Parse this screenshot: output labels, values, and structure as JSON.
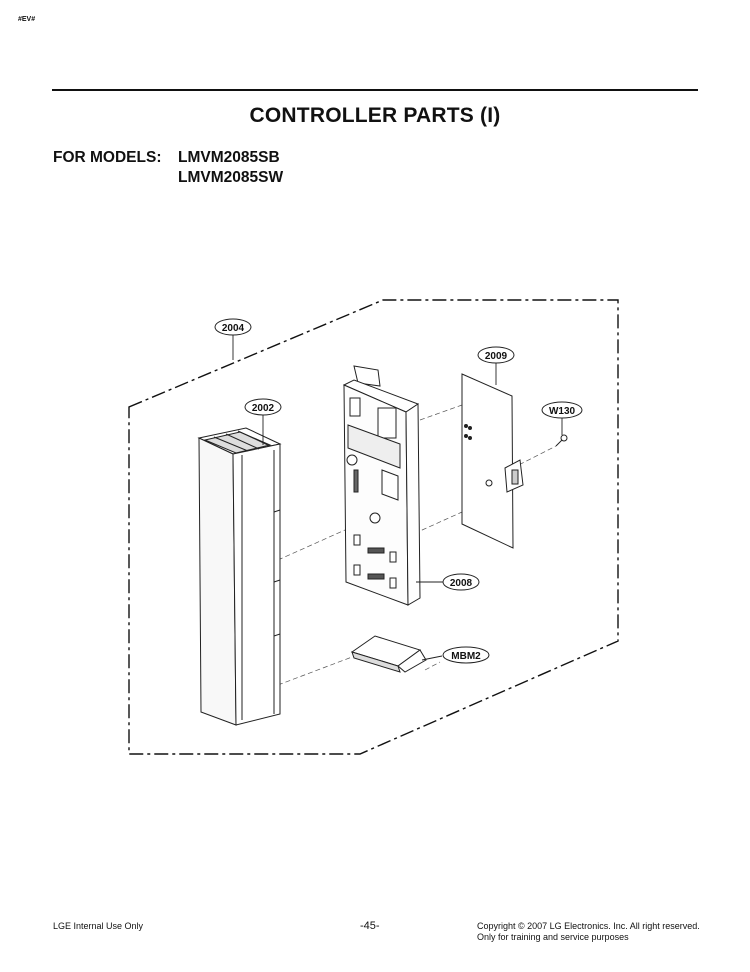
{
  "header": {
    "mark": "#EV#",
    "title": "CONTROLLER PARTS (I)"
  },
  "models": {
    "label": "FOR MODELS:",
    "items": [
      "LMVM2085SB",
      "LMVM2085SW"
    ]
  },
  "callouts": [
    "2004",
    "2009",
    "2002",
    "W130",
    "2008",
    "MBM2"
  ],
  "footer": {
    "left": "LGE Internal Use Only",
    "page": "-45-",
    "copyright": "Copyright © 2007 LG Electronics. Inc. All right reserved.",
    "note": "Only for training and service purposes"
  }
}
